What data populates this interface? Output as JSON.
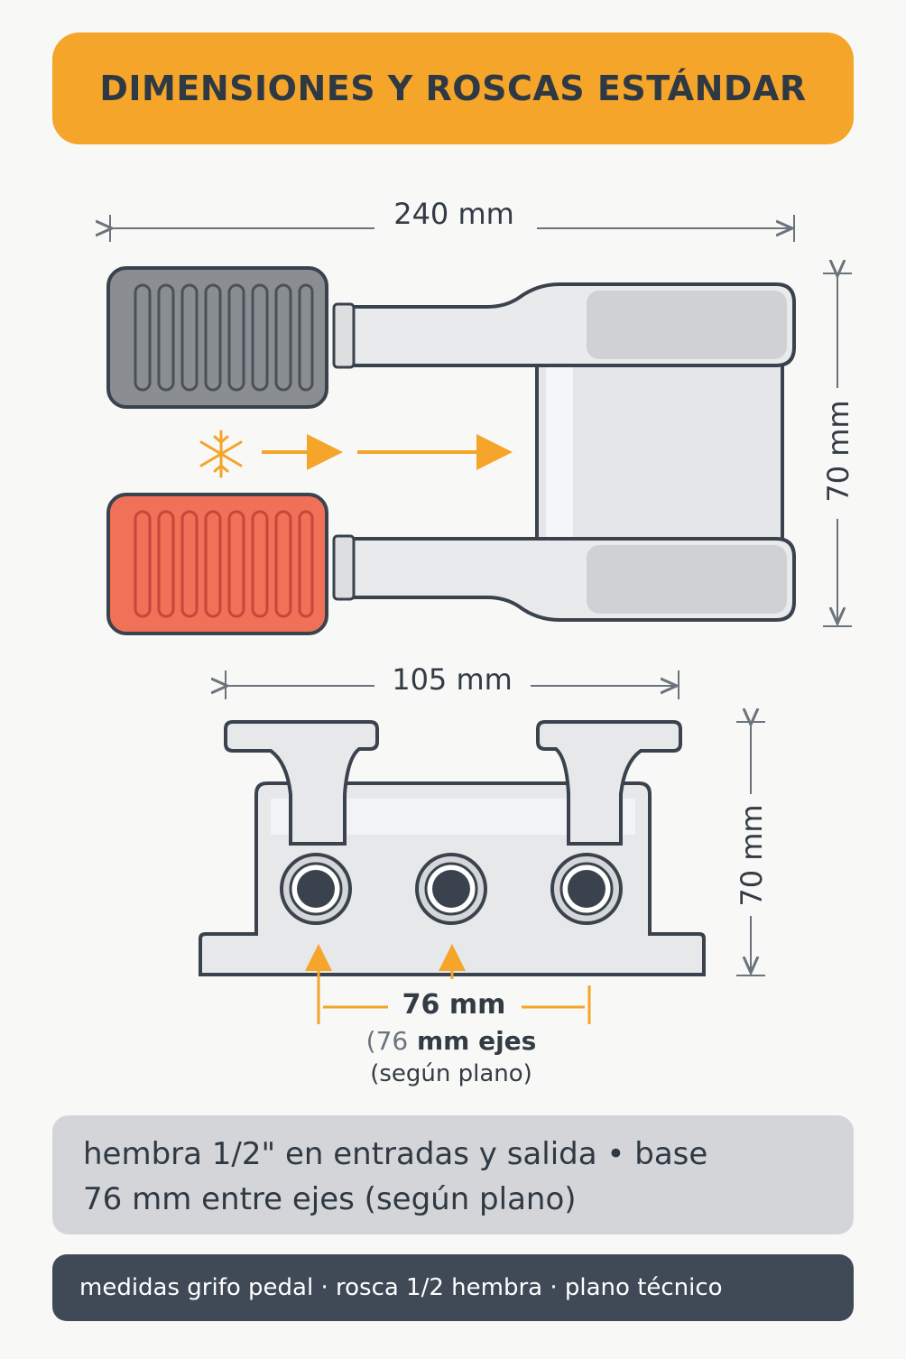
{
  "title": "DIMENSIONES Y ROSCAS ESTÁNDAR",
  "top_view": {
    "width_label": "240 mm",
    "height_label": "70 mm"
  },
  "front_view": {
    "width_label": "105 mm",
    "height_label": "70 mm",
    "spacing_label": "76 mm",
    "spacing_note_prefix": "(",
    "spacing_note_value": "76",
    "spacing_note_rest": " mm ejes",
    "spacing_note_source": "(según plano)"
  },
  "description": {
    "line1": "hembra 1/2\" en entradas y salida • base",
    "line2": "76 mm entre ejes (según plano)"
  },
  "footer": "medidas grifo pedal · rosca 1/2 hembra · plano técnico",
  "icons": {
    "cold": "snowflake-icon"
  },
  "colors": {
    "accent": "#f4a52a",
    "cold_pedal": "#8a8d91",
    "hot_pedal": "#f07058",
    "outline": "#3a434d",
    "footer_bg": "#3f4a56"
  }
}
